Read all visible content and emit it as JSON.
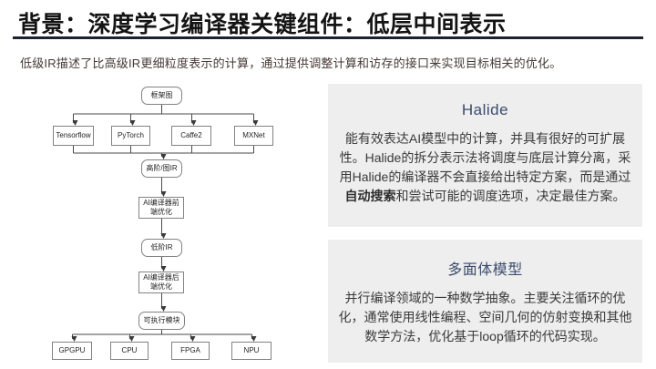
{
  "header": {
    "title": "背景：深度学习编译器关键组件：低层中间表示",
    "subtitle": "低级IR描述了比高级IR更细粒度表示的计算，通过提供调整计算和访存的接口来实现目标相关的优化。"
  },
  "diagram": {
    "nodes": {
      "framework": "框架图",
      "tensorflow": "Tensorflow",
      "pytorch": "PyTorch",
      "caffe2": "Caffe2",
      "mxnet": "MXNet",
      "high_ir": "高阶/图IR",
      "frontend_opt": "AI编译器前端优化",
      "low_ir": "低阶IR",
      "backend_opt": "AI编译器后端优化",
      "executable": "可执行模块",
      "gpgpu": "GPGPU",
      "cpu": "CPU",
      "fpga": "FPGA",
      "npu": "NPU"
    }
  },
  "panels": {
    "halide": {
      "title": "Halide",
      "body_pre": "能有效表达AI模型中的计算，并具有很好的可扩展性。Halide的拆分表示法将调度与底层计算分离，采用Halide的编译器不会直接给出特定方案，而是通过",
      "body_bold": "自动搜索",
      "body_post": "和尝试可能的调度选项，决定最佳方案。"
    },
    "polyhedral": {
      "title": "多面体模型",
      "body": "并行编译领域的一种数学抽象。主要关注循环的优化，通常使用线性编程、空间几何的仿射变换和其他数学方法，优化基于loop循环的代码实现。"
    }
  },
  "colors": {
    "heading_accent": "#3b4c6e",
    "panel_bg": "#eeeeee",
    "divider": "#1d2233"
  }
}
